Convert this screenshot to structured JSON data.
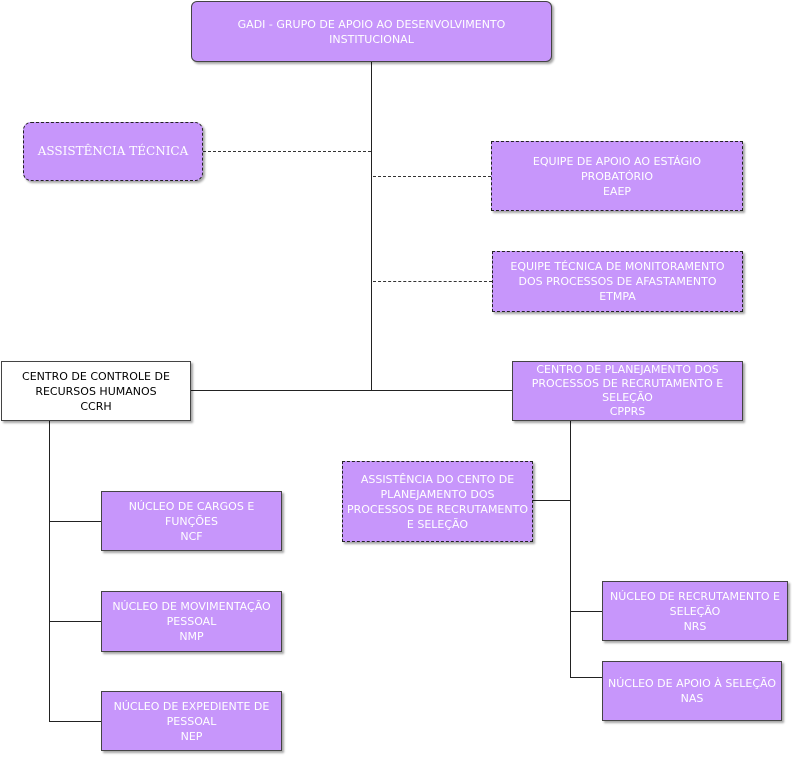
{
  "colors": {
    "box_fill": "#c796fb",
    "box_text": "#ffffff",
    "white_box_fill": "#ffffff",
    "connector": "#222222"
  },
  "nodes": {
    "gadi": {
      "lines": [
        "GADI - GRUPO DE APOIO AO DESENVOLVIMENTO",
        "INSTITUCIONAL"
      ]
    },
    "assistencia_tecnica": {
      "lines": [
        "ASSISTÊNCIA TÉCNICA"
      ]
    },
    "eaep": {
      "lines": [
        "EQUIPE DE APOIO AO ESTÁGIO",
        "PROBATÓRIO",
        "EAEP"
      ]
    },
    "etmpa": {
      "lines": [
        "EQUIPE TÉCNICA DE MONITORAMENTO",
        "DOS PROCESSOS DE AFASTAMENTO",
        "ETMPA"
      ]
    },
    "ccrh": {
      "lines": [
        "CENTRO DE CONTROLE DE",
        "RECURSOS HUMANOS",
        "CCRH"
      ]
    },
    "cpprs": {
      "lines": [
        "CENTRO DE PLANEJAMENTO DOS",
        "PROCESSOS DE RECRUTAMENTO E",
        "SELEÇÃO",
        "CPPRS"
      ]
    },
    "assistencia_cpprs": {
      "lines": [
        "ASSISTÊNCIA DO CENTO DE",
        "PLANEJAMENTO DOS",
        "PROCESSOS DE RECRUTAMENTO",
        "E SELEÇÃO"
      ]
    },
    "ncf": {
      "lines": [
        "NÚCLEO DE CARGOS E",
        "FUNÇÕES",
        "NCF"
      ]
    },
    "nmp": {
      "lines": [
        "NÚCLEO DE MOVIMENTAÇÃO",
        "PESSOAL",
        "NMP"
      ]
    },
    "nep": {
      "lines": [
        "NÚCLEO DE EXPEDIENTE DE",
        "PESSOAL",
        "NEP"
      ]
    },
    "nrs": {
      "lines": [
        "NÚCLEO DE RECRUTAMENTO E",
        "SELEÇÃO",
        "NRS"
      ]
    },
    "nas": {
      "lines": [
        "NÚCLEO DE APOIO À SELEÇÃO",
        "NAS"
      ]
    }
  }
}
